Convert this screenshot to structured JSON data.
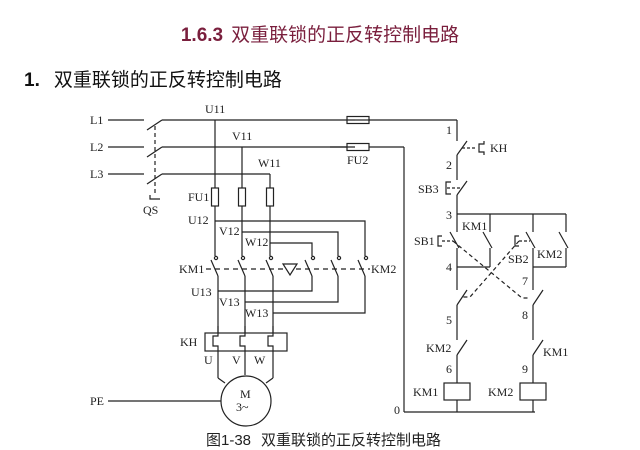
{
  "section": {
    "number": "1.6.3",
    "title": "双重联锁的正反转控制电路",
    "color": "#7a1f3d"
  },
  "subsection": {
    "number": "1.",
    "title": "双重联锁的正反转控制电路"
  },
  "caption": {
    "figure": "图1-38",
    "text": "双重联锁的正反转控制电路"
  },
  "labels": {
    "L1": "L1",
    "L2": "L2",
    "L3": "L3",
    "QS": "QS",
    "U11": "U11",
    "V11": "V11",
    "W11": "W11",
    "FU1": "FU1",
    "FU2": "FU2",
    "U12": "U12",
    "V12": "V12",
    "W12": "W12",
    "U13": "U13",
    "V13": "V13",
    "W13": "W13",
    "KM1": "KM1",
    "KM2": "KM2",
    "KH": "KH",
    "U": "U",
    "V": "V",
    "W": "W",
    "M": "M",
    "M3": "3~",
    "PE": "PE",
    "SB1": "SB1",
    "SB2": "SB2",
    "SB3": "SB3",
    "n0": "0",
    "n1": "1",
    "n2": "2",
    "n3": "3",
    "n4": "4",
    "n5": "5",
    "n6": "6",
    "n7": "7",
    "n8": "8",
    "n9": "9"
  }
}
